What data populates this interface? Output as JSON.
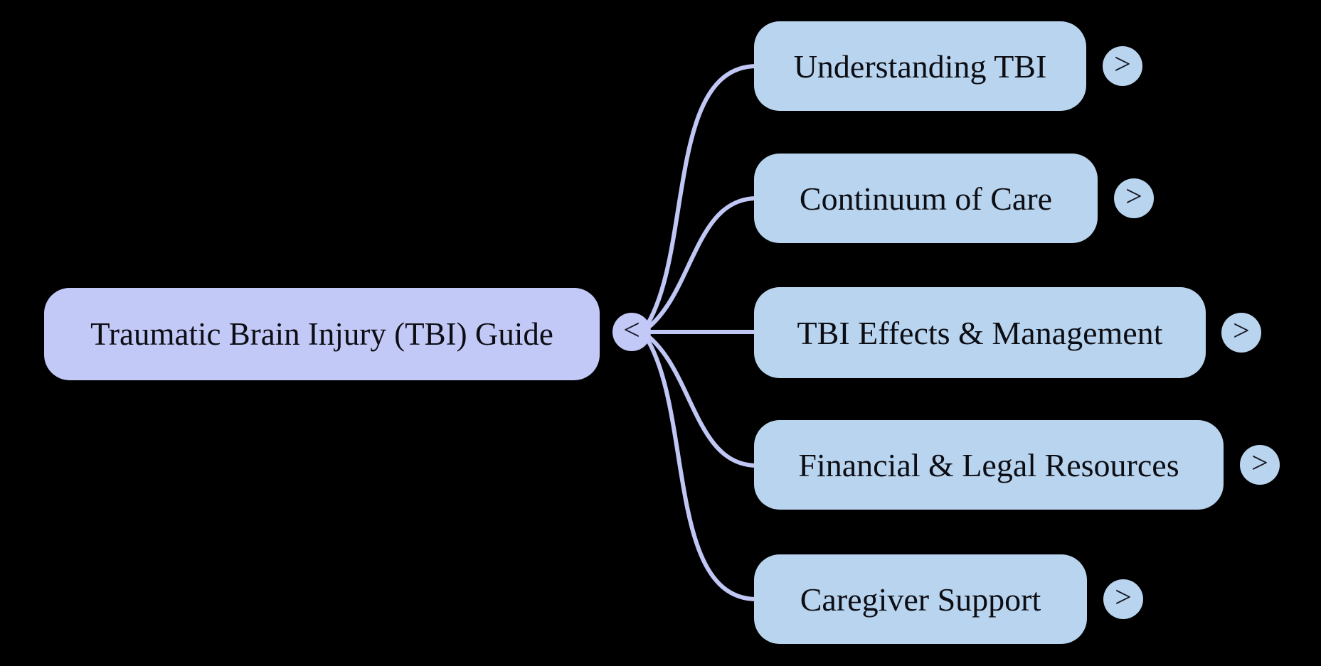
{
  "canvas": {
    "background": "#000000"
  },
  "mindmap": {
    "root": {
      "label": "Traumatic Brain Injury (TBI) Guide"
    },
    "children": [
      {
        "label": "Understanding TBI"
      },
      {
        "label": "Continuum of Care"
      },
      {
        "label": "TBI Effects & Management"
      },
      {
        "label": "Financial & Legal Resources"
      },
      {
        "label": "Caregiver Support"
      }
    ],
    "controls": {
      "collapse_glyph": "<",
      "expand_glyph": ">"
    },
    "colors": {
      "root_fill": "#c3c9f7",
      "child_fill": "#b8d4ee",
      "connector": "#c0c7f5",
      "text": "#0d0d14",
      "background": "#000000"
    }
  }
}
